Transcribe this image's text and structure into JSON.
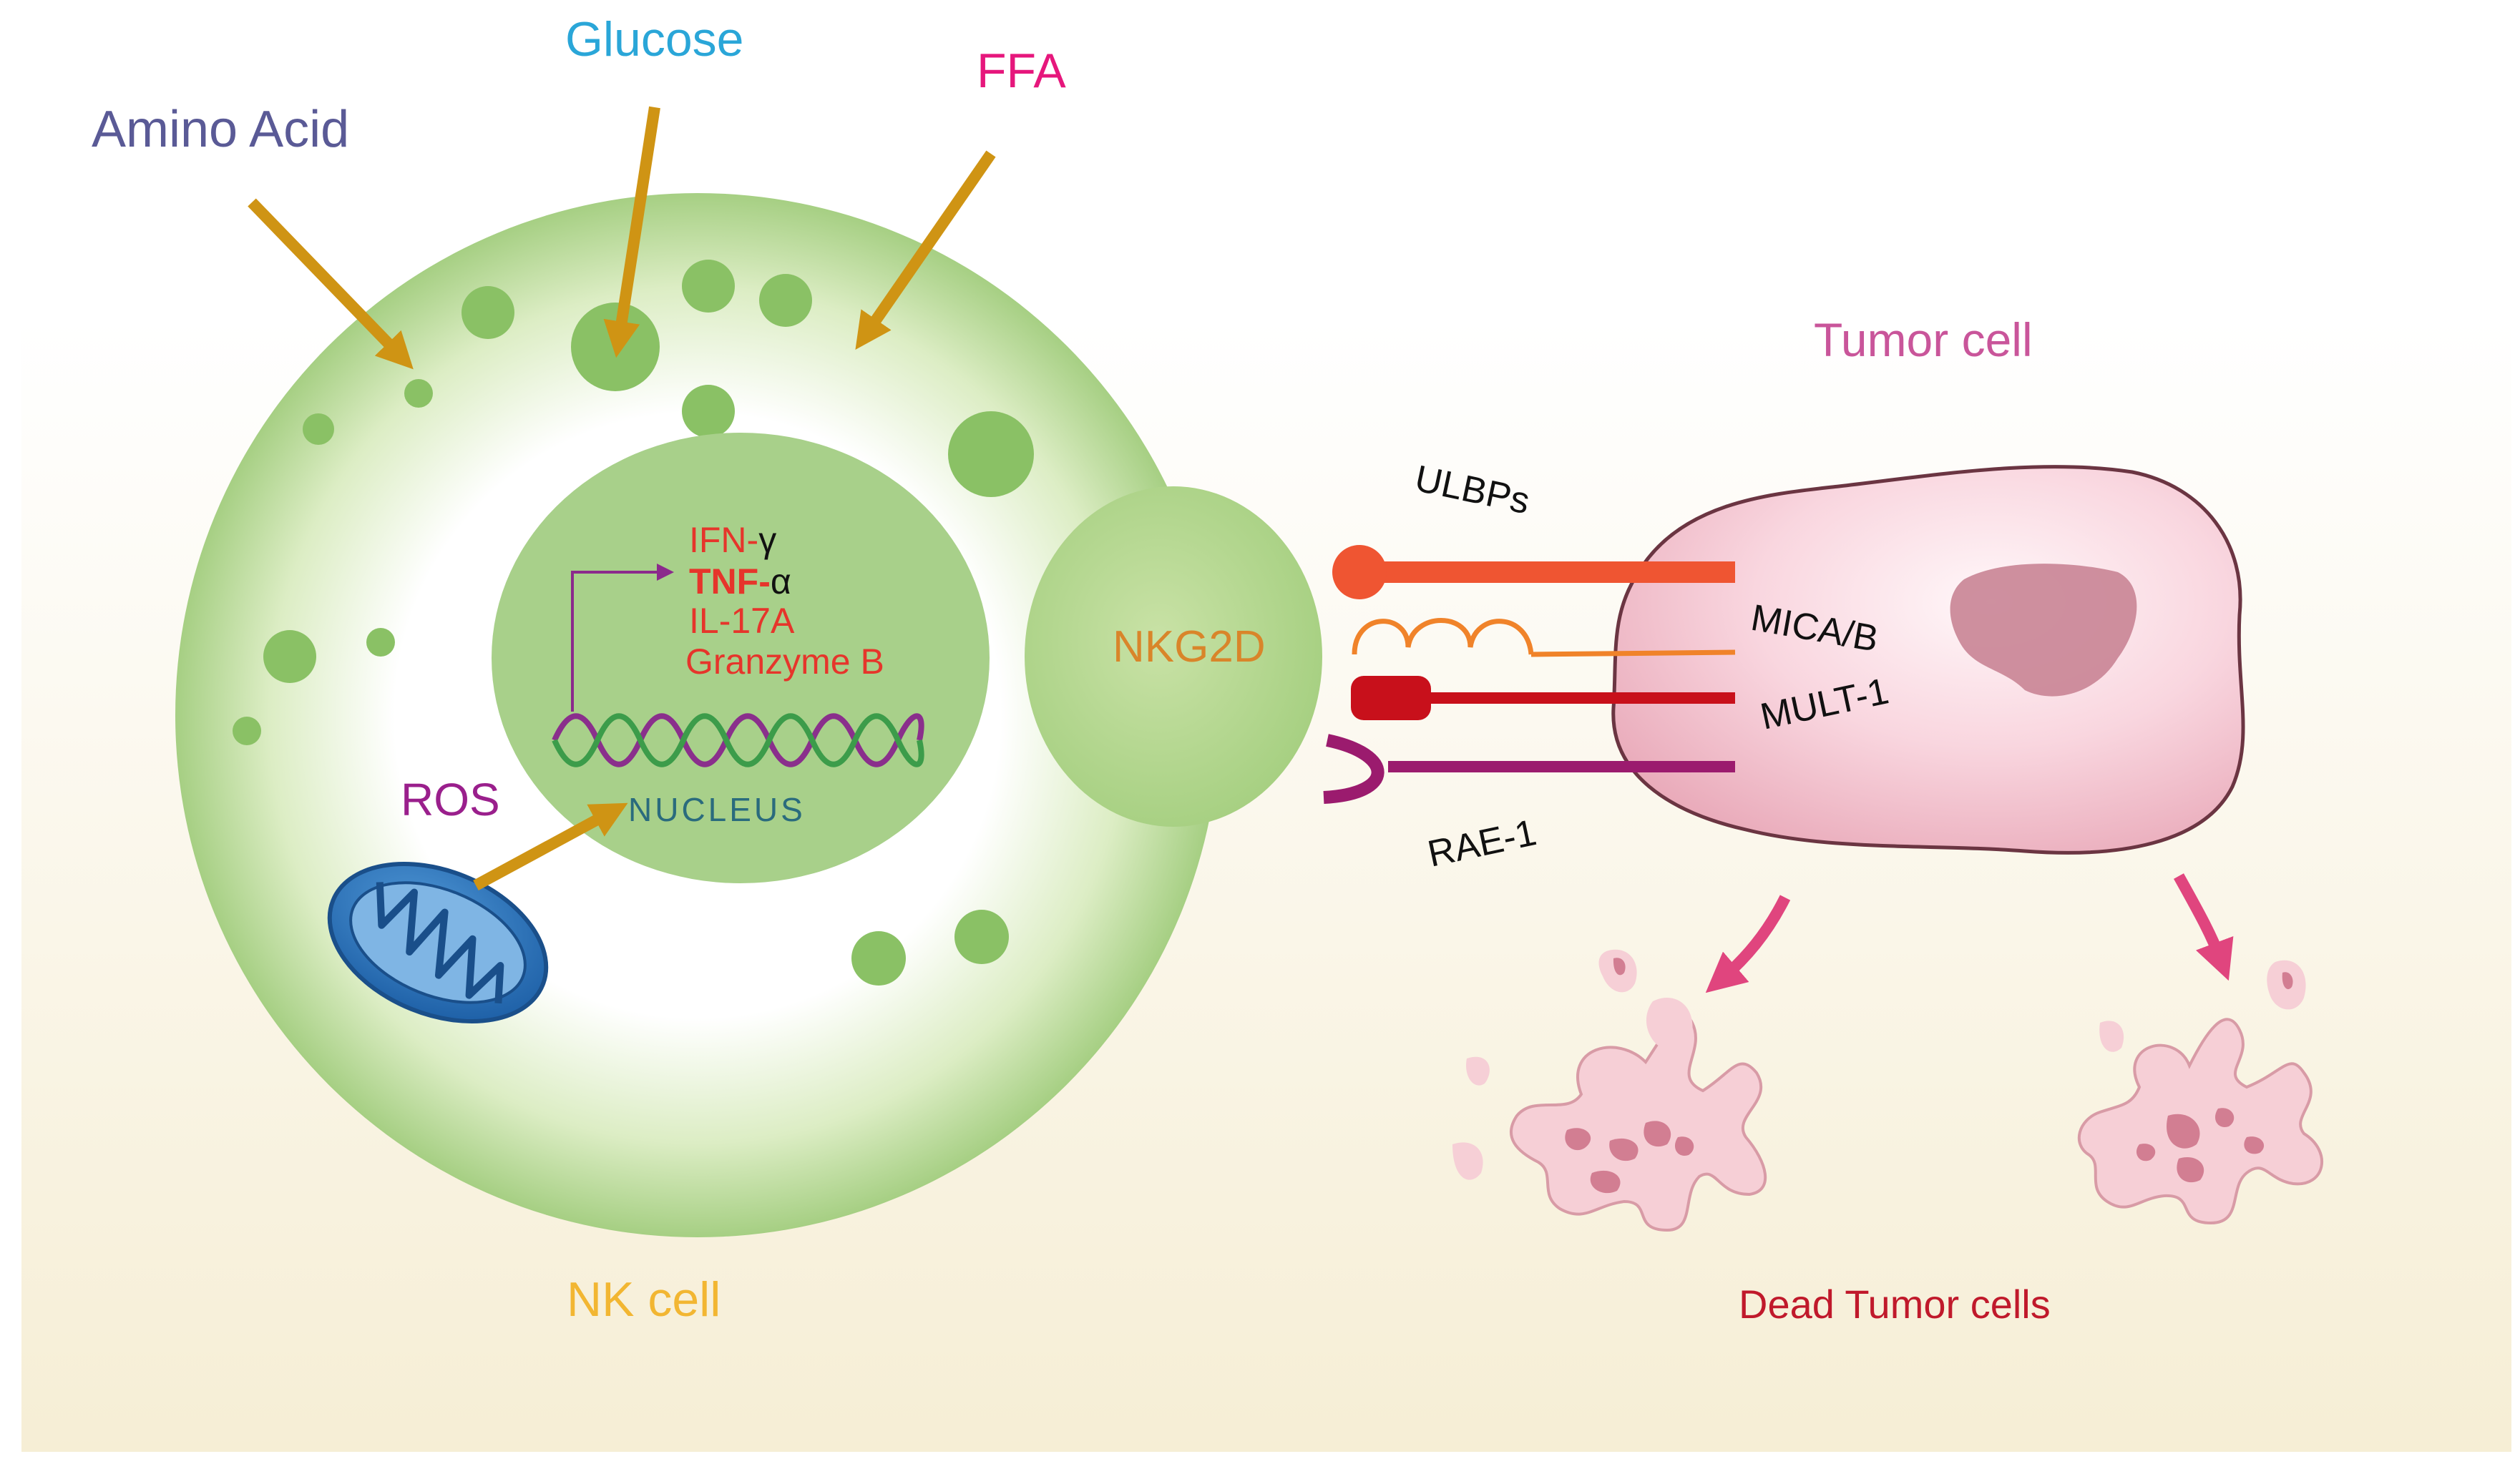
{
  "labels": {
    "amino_acid": "Amino Acid",
    "glucose": "Glucose",
    "ffa": "FFA",
    "tumor_cell": "Tumor cell",
    "ulbps": "ULBPs",
    "mica_b": "MICA/B",
    "mult1": "MULT-1",
    "rae1": "RAE-1",
    "nkg2d": "NKG2D",
    "nk_cell": "NK cell",
    "dead_tumor_cells": "Dead Tumor cells",
    "ros": "ROS",
    "nucleus": "NUCLEUS",
    "cytokines": {
      "ifn_prefix": "IFN-",
      "ifn_suffix": "γ",
      "tnf_prefix": "TNF-",
      "tnf_suffix": "α",
      "il17a": "IL-17A",
      "granzyme_b": "Granzyme B"
    }
  },
  "colors": {
    "amino_acid_text": "#5a5a96",
    "glucose_text": "#2aa6d8",
    "ffa_text": "#e6177c",
    "tumor_cell_text": "#c9559a",
    "nkg2d_text": "#d9852a",
    "nk_cell_text": "#f2b632",
    "dead_cells_text": "#c0192b",
    "ros_text": "#9a1f8c",
    "nucleus_text": "#2a6b7d",
    "cytokine_red": "#e6352b",
    "nutrient_arrow": "#cf9414",
    "ligand_ulbps": "#ef5532",
    "ligand_mica": "#f0832a",
    "ligand_mult1": "#c8101b",
    "ligand_rae1": "#9b1b6e"
  }
}
